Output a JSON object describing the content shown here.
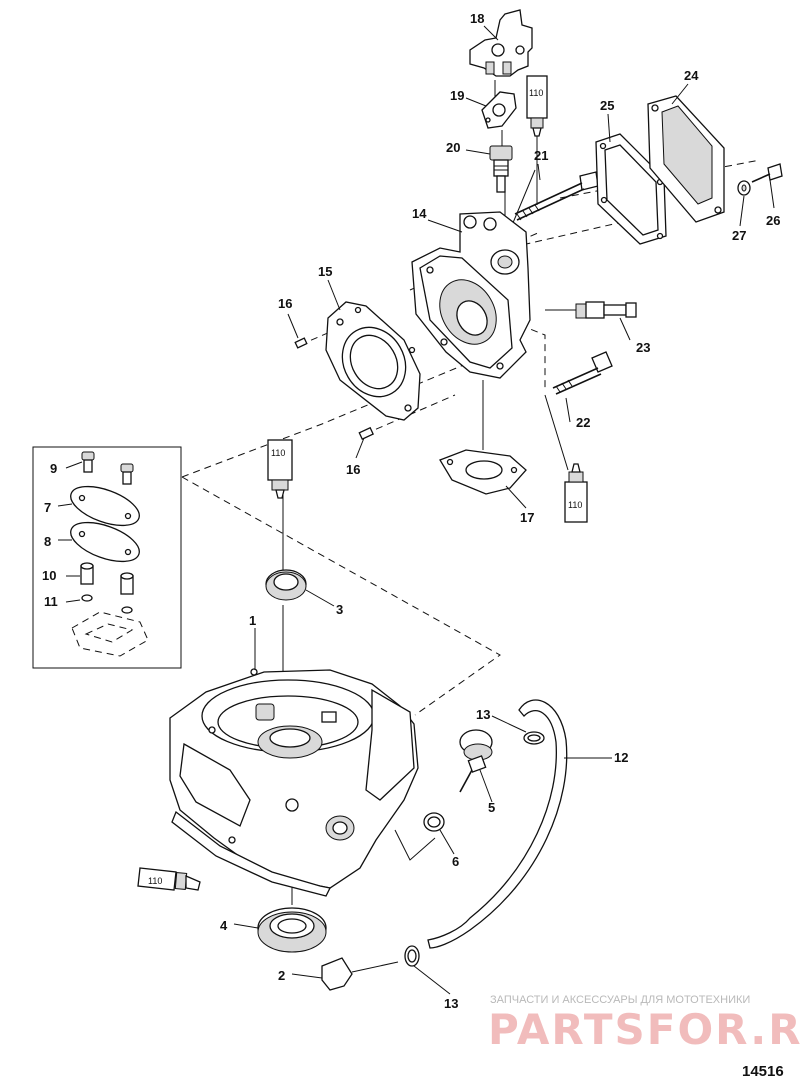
{
  "callouts": [
    {
      "id": "18",
      "text": "18"
    },
    {
      "id": "19",
      "text": "19"
    },
    {
      "id": "20",
      "text": "20"
    },
    {
      "id": "21",
      "text": "21"
    },
    {
      "id": "24",
      "text": "24"
    },
    {
      "id": "25",
      "text": "25"
    },
    {
      "id": "26",
      "text": "26"
    },
    {
      "id": "27",
      "text": "27"
    },
    {
      "id": "14",
      "text": "14"
    },
    {
      "id": "15",
      "text": "15"
    },
    {
      "id": "16a",
      "text": "16"
    },
    {
      "id": "16b",
      "text": "16"
    },
    {
      "id": "23",
      "text": "23"
    },
    {
      "id": "22",
      "text": "22"
    },
    {
      "id": "17",
      "text": "17"
    },
    {
      "id": "9",
      "text": "9"
    },
    {
      "id": "7",
      "text": "7"
    },
    {
      "id": "8",
      "text": "8"
    },
    {
      "id": "10",
      "text": "10"
    },
    {
      "id": "11",
      "text": "11"
    },
    {
      "id": "3",
      "text": "3"
    },
    {
      "id": "1",
      "text": "1"
    },
    {
      "id": "13a",
      "text": "13"
    },
    {
      "id": "12",
      "text": "12"
    },
    {
      "id": "5",
      "text": "5"
    },
    {
      "id": "6",
      "text": "6"
    },
    {
      "id": "4",
      "text": "4"
    },
    {
      "id": "2",
      "text": "2"
    },
    {
      "id": "13b",
      "text": "13"
    }
  ],
  "tube_label": "110",
  "watermark": {
    "tagline": "ЗАПЧАСТИ И АКСЕССУАРЫ ДЛЯ МОТОТЕХНИКИ",
    "brand": "PARTSFOR.RU"
  },
  "figure_number": "14516"
}
